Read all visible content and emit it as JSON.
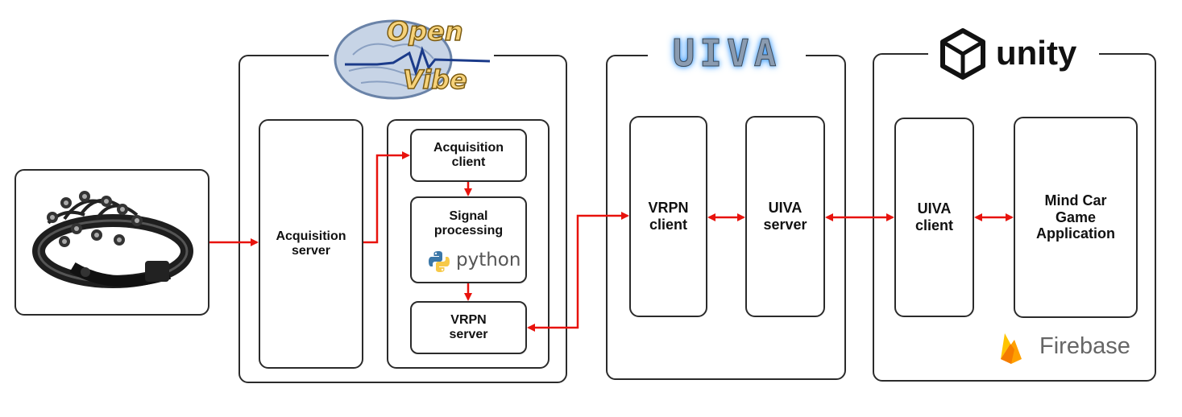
{
  "groups": {
    "openvibe": {
      "logo_line1": "Open",
      "logo_line2": "Vibe"
    },
    "uiva": {
      "logo": "UIVA"
    },
    "unity": {
      "logo": "unity",
      "logo_icon": "unity-cube-icon"
    }
  },
  "boxes": {
    "acquisition_server": "Acquisition\nserver",
    "acquisition_client": "Acquisition\nclient",
    "signal_processing": "Signal\nprocessing",
    "vrpn_server": "VRPN\nserver",
    "vrpn_client": "VRPN\nclient",
    "uiva_server": "UIVA\nserver",
    "uiva_client": "UIVA\nclient",
    "mind_car_game": "Mind Car\nGame\nApplication"
  },
  "logos": {
    "python": "python",
    "firebase": "Firebase",
    "headset": "eeg-headset-image"
  },
  "colors": {
    "arrow": "#e8120c",
    "border": "#2b2b2b",
    "python_blue": "#3b77a8",
    "python_yellow": "#f7c948",
    "firebase_orange": "#f5a623",
    "uiva_blue": "#4aa3ff",
    "openvibe_gold": "#d4a017"
  }
}
